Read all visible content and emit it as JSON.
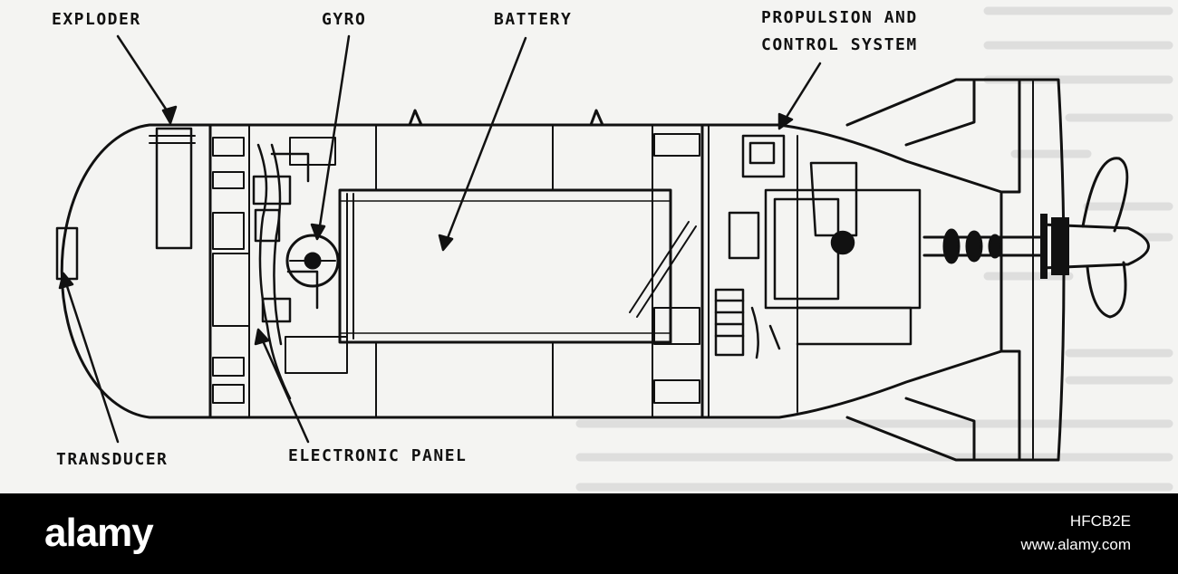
{
  "diagram": {
    "labels": {
      "exploder": "EXPLODER",
      "gyro": "GYRO",
      "battery": "BATTERY",
      "propulsion_line1": "PROPULSION AND",
      "propulsion_line2": "CONTROL SYSTEM",
      "transducer": "TRANSDUCER",
      "electronic_panel": "ELECTRONIC PANEL"
    }
  },
  "watermark": {
    "logo": "alamy",
    "image_code": "HFCB2E",
    "site": "www.alamy.com"
  },
  "colors": {
    "line": "#111111",
    "paper": "#f4f4f2",
    "background_text": "#c9c9c9",
    "bar": "#000000"
  }
}
